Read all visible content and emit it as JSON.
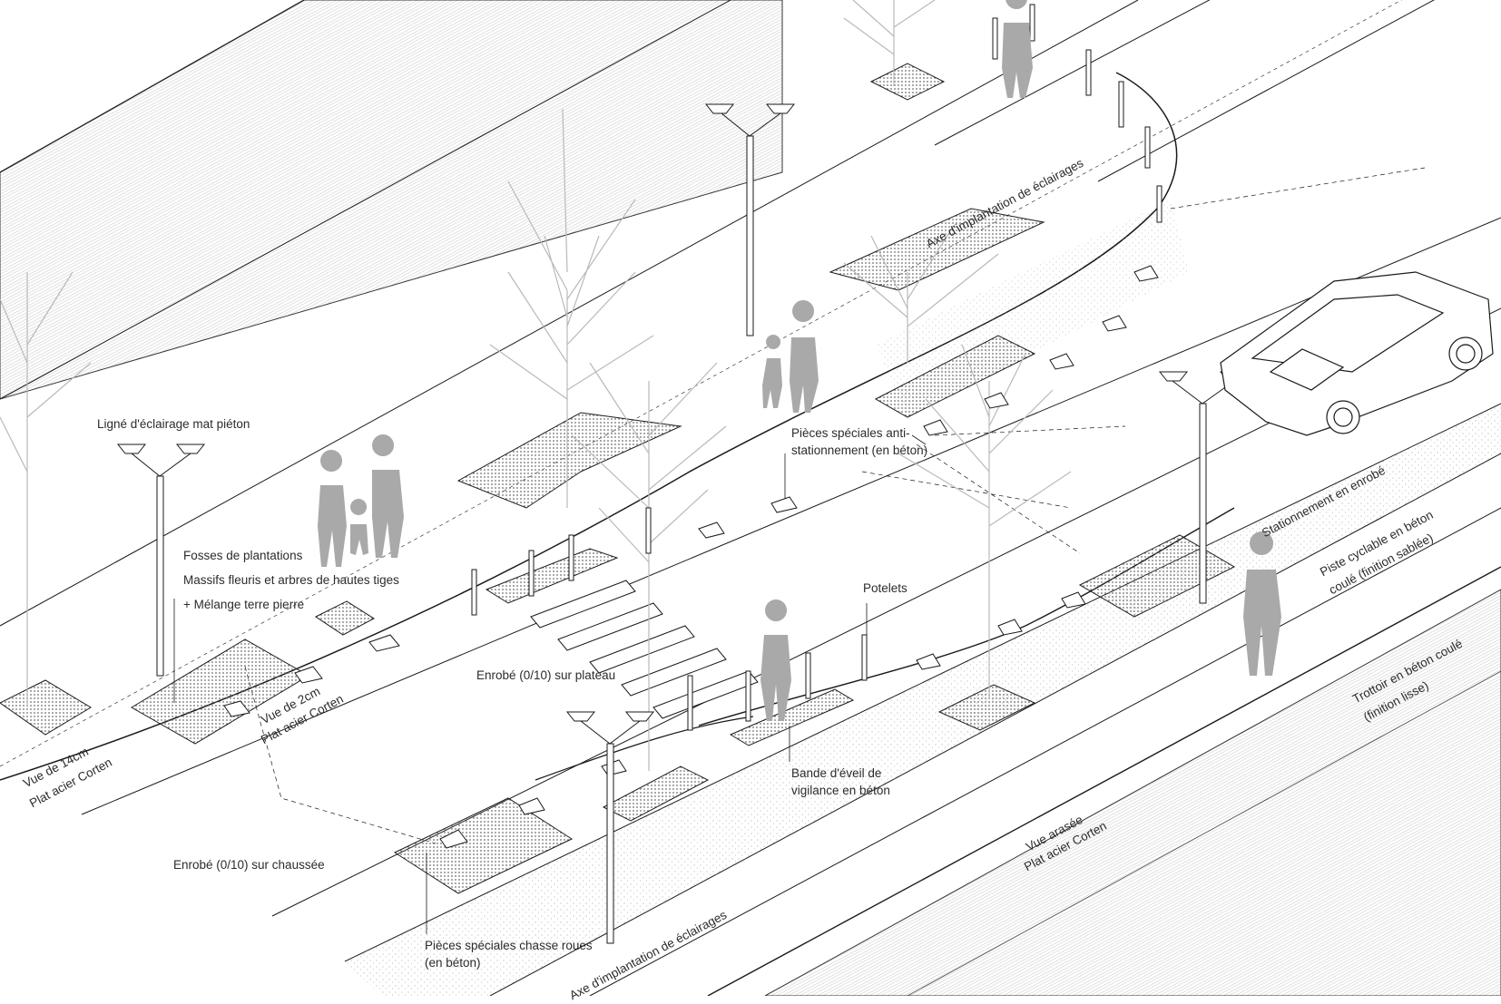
{
  "labels": {
    "ligne_eclairage": "Ligné d'éclairage mat piéton",
    "fosses_plantations": "Fosses de plantations",
    "massifs_fleuris": "Massifs fleuris et arbres de hautes tiges",
    "melange_terre": "+ Mélange terre pierre",
    "vue_14cm": "Vue de 14cm",
    "plat_acier_14": "Plat acier Corten",
    "vue_2cm": "Vue de 2cm",
    "plat_acier_2": "Plat acier Corten",
    "enrobe_chaussee": "Enrobé (0/10) sur chaussée",
    "pieces_chasse_roues_1": "Pièces spéciales chasse roues",
    "pieces_chasse_roues_2": "(en béton)",
    "enrobe_plateau": "Enrobé (0/10) sur plateau",
    "potelets": "Potelets",
    "bande_eveil_1": "Bande d'éveil de",
    "bande_eveil_2": "vigilance en béton",
    "anti_stationnement_1": "Pièces spéciales anti-",
    "anti_stationnement_2": "stationnement (en béton)",
    "axe_eclairages_top": "Axe d'implantation de éclairages",
    "axe_eclairages_bottom": "Axe d'implantation de éclairages",
    "stationnement": "Stationnement en enrobé",
    "piste_cyclable_1": "Piste cyclable en béton",
    "piste_cyclable_2": "coulé (finition sablée)",
    "trottoir_1": "Trottoir en béton coulé",
    "trottoir_2": "(finition lisse)",
    "vue_arasee": "Vue arasée",
    "plat_acier_arasee": "Plat acier Corten"
  },
  "colors": {
    "line": "#1a1a1a",
    "tree": "#b9b9b9",
    "figure": "#a9a9a9",
    "hatch": "#8a8a8a"
  }
}
